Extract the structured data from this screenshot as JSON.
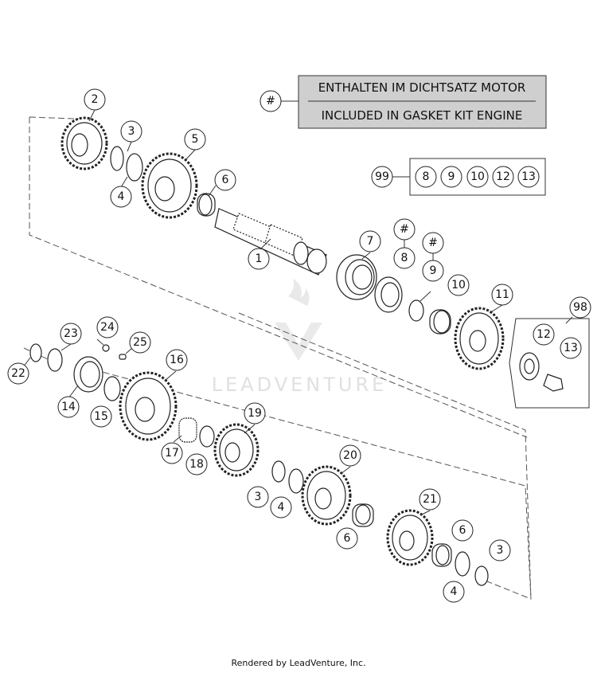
{
  "legend": {
    "symbol": "#",
    "line1": "ENTHALTEN IM DICHTSATZ MOTOR",
    "line2": "INCLUDED IN GASKET KIT ENGINE",
    "fill": "#cfcfcf"
  },
  "kit99": {
    "label": "99",
    "items": [
      "8",
      "9",
      "10",
      "12",
      "13"
    ]
  },
  "kit98": {
    "label": "98",
    "items": [
      "12",
      "13"
    ]
  },
  "callouts": {
    "c1": "1",
    "c2": "2",
    "c3a": "3",
    "c3b": "3",
    "c3c": "3",
    "c4a": "4",
    "c4b": "4",
    "c4c": "4",
    "c5": "5",
    "c6a": "6",
    "c6b": "6",
    "c6c": "6",
    "c7": "7",
    "h8": "#",
    "c8": "8",
    "h9": "#",
    "c9": "9",
    "c10": "10",
    "c11": "11",
    "c14": "14",
    "c15": "15",
    "c16": "16",
    "c17": "17",
    "c18": "18",
    "c19": "19",
    "c20": "20",
    "c21": "21",
    "c22": "22",
    "c23": "23",
    "c24": "24",
    "c25": "25"
  },
  "watermark": "LEADVENTURE",
  "footer": "Rendered by LeadVenture, Inc."
}
